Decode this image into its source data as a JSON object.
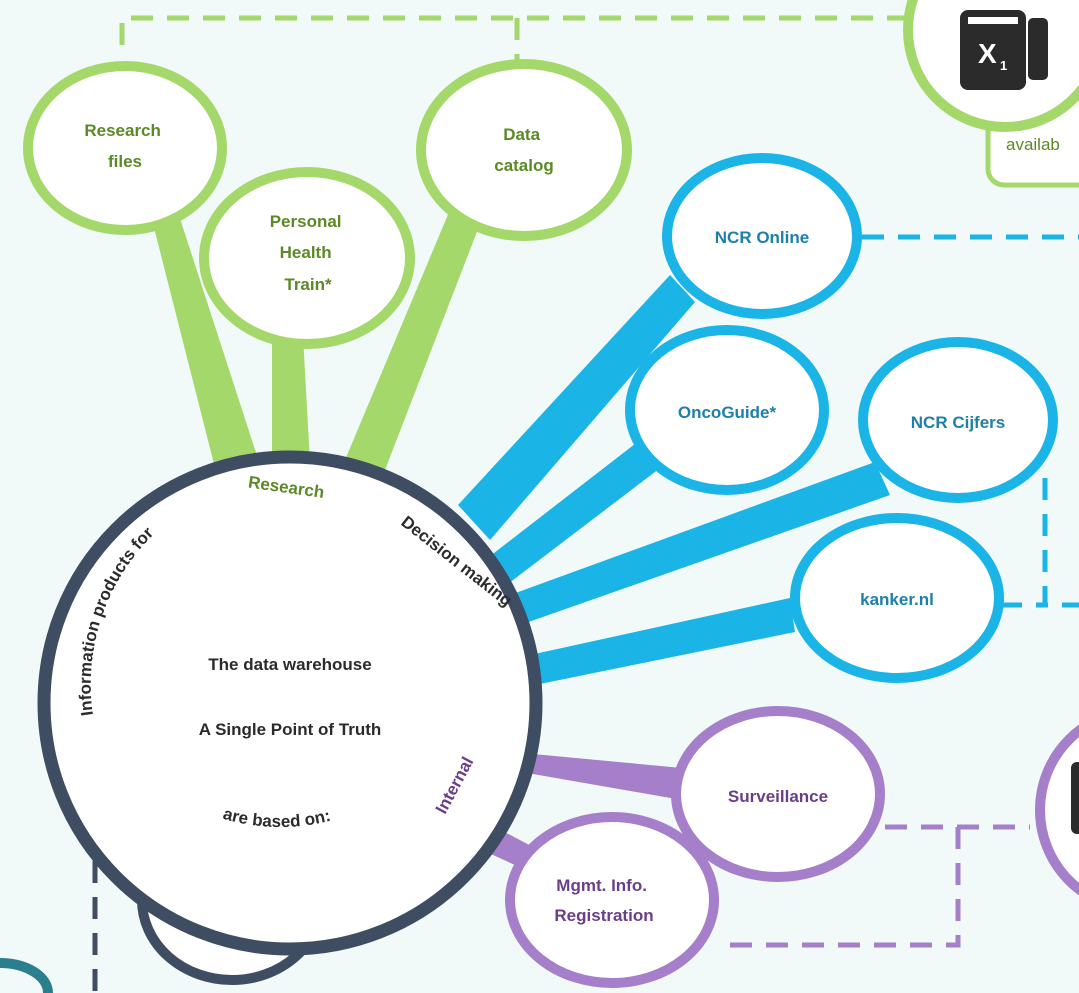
{
  "colors": {
    "green": "#a5d86a",
    "green_text": "#5a8a26",
    "blue": "#1bb4e6",
    "blue_text": "#1e7fa8",
    "purple": "#a57fca",
    "purple_text": "#6a3f8a",
    "hub": "#3f4d63",
    "background": "#f2f9f9"
  },
  "hub": {
    "line1": "The data warehouse",
    "line2": "A Single Point of Truth",
    "arc_information": "Information products for",
    "arc_research": "Research",
    "arc_decision": "Decision making",
    "arc_internal": "Internal",
    "arc_based": "are based on:"
  },
  "research_nodes": [
    {
      "lines": [
        "Research",
        "files"
      ]
    },
    {
      "lines": [
        "Personal",
        "Health",
        "Train*"
      ]
    },
    {
      "lines": [
        "Data",
        "catalog"
      ]
    }
  ],
  "decision_nodes": [
    {
      "lines": [
        "NCR Online"
      ]
    },
    {
      "lines": [
        "OncoGuide*"
      ]
    },
    {
      "lines": [
        "NCR Cijfers"
      ]
    },
    {
      "lines": [
        "kanker.nl"
      ]
    }
  ],
  "internal_nodes": [
    {
      "lines": [
        "Surveillance"
      ]
    },
    {
      "lines": [
        "Mgmt. Info.",
        "Registration"
      ]
    }
  ],
  "corner_box": {
    "text": "availab",
    "icon": "excel-icon",
    "icon_letter": "X",
    "icon_sub": "1"
  }
}
